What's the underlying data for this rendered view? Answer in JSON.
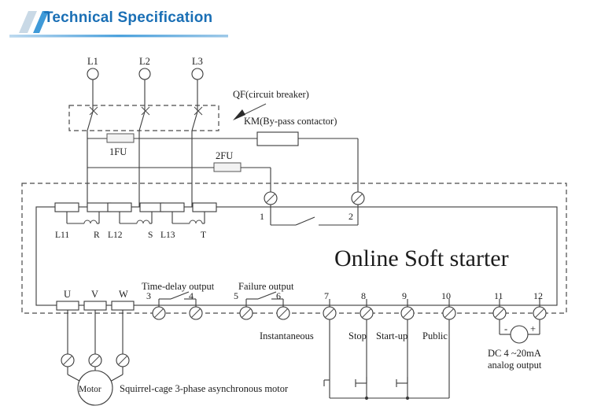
{
  "header": {
    "title": "Technical Specification",
    "accent_color": "#1a6fb5",
    "bar_color_1": "#c9d9e6",
    "bar_color_2": "#3f9ad8"
  },
  "diagram": {
    "title": "Online Soft starter",
    "supply_terminals": [
      "L1",
      "L2",
      "L3"
    ],
    "annotations": {
      "qf": "QF(circuit breaker)",
      "km": "KM(By-pass contactor)",
      "fuse_1": "1FU",
      "fuse_2": "2FU",
      "time_delay": "Time-delay output",
      "failure": "Failure output",
      "instantaneous": "Instantaneous",
      "stop": "Stop",
      "start_up": "Start-up",
      "public": "Public",
      "analog_line1": "DC 4 ~20mA",
      "analog_line2": "analog output",
      "motor": "Motor",
      "motor_caption": "Squirrel-cage 3-phase asynchronous motor",
      "polarity_minus": "-",
      "polarity_plus": "+"
    },
    "input_terminals": [
      {
        "left": "L11",
        "right": "R"
      },
      {
        "left": "L12",
        "right": "S"
      },
      {
        "left": "L13",
        "right": "T"
      }
    ],
    "bypass_terminals": [
      "1",
      "2"
    ],
    "output_terminals": [
      "U",
      "V",
      "W"
    ],
    "control_terminals": [
      "3",
      "4",
      "5",
      "6",
      "7",
      "8",
      "9",
      "10",
      "11",
      "12"
    ]
  }
}
